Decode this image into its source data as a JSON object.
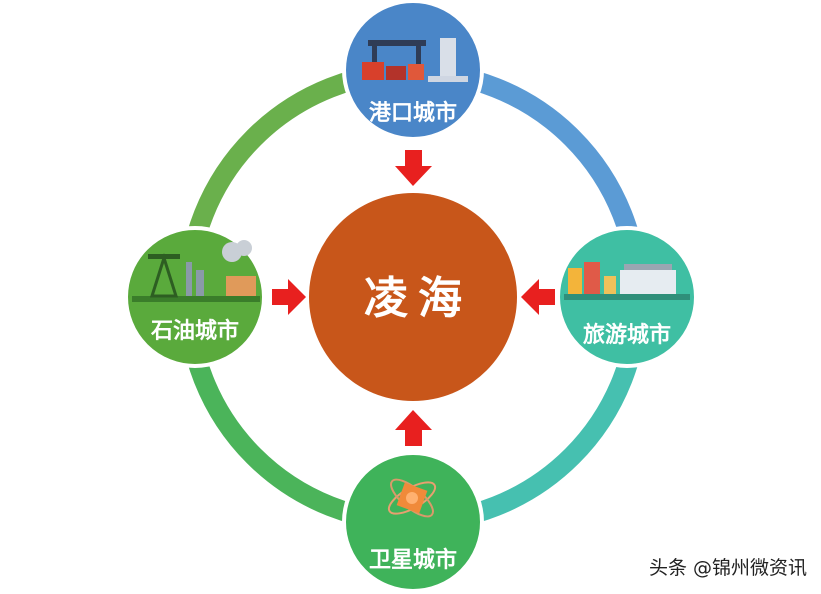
{
  "center": {
    "label": "凌海",
    "color": "#c8561a"
  },
  "nodes": {
    "top": {
      "label": "港口城市",
      "color": "#4a86c8"
    },
    "left": {
      "label": "石油城市",
      "color": "#5aaa3c"
    },
    "right": {
      "label": "旅游城市",
      "color": "#3fbfa3"
    },
    "bottom": {
      "label": "卫星城市",
      "color": "#3fb35a"
    }
  },
  "ring_colors": {
    "top_right": "#5b9bd5",
    "right_bottom": "#46c0b0",
    "bottom_left": "#4bb45a",
    "left_top": "#6ab04c"
  },
  "arrow_color": "#e8201f",
  "watermark": "头条 @锦州微资讯"
}
